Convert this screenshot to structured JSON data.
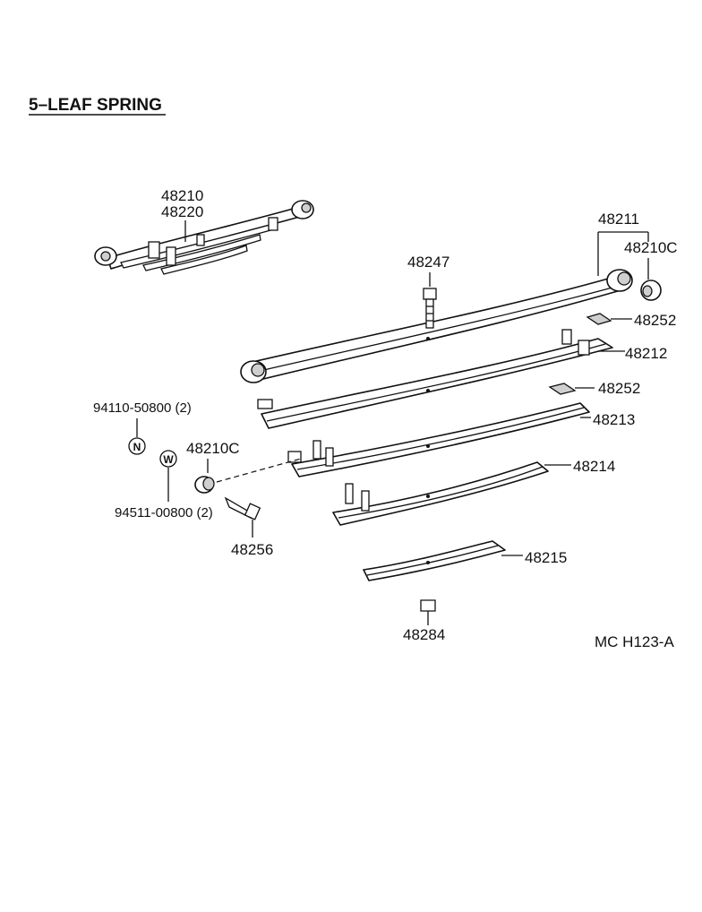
{
  "title": "5–LEAF SPRING",
  "code": "MC H123-A",
  "labels": {
    "assy_a": "48210",
    "assy_b": "48220",
    "leaf1": "48211",
    "bushing_top": "48210C",
    "bolt_center": "48247",
    "clip_a": "48252",
    "leaf2": "48212",
    "clip_b": "48252",
    "leaf3": "48213",
    "leaf4": "48214",
    "leaf5": "48215",
    "nut_center": "48284",
    "nut_n": "94110-50800 (2)",
    "washer_w": "94511-00800 (2)",
    "bushing_side": "48210C",
    "bolt_side": "48256"
  },
  "symbols": {
    "nut": "N",
    "washer": "W"
  }
}
